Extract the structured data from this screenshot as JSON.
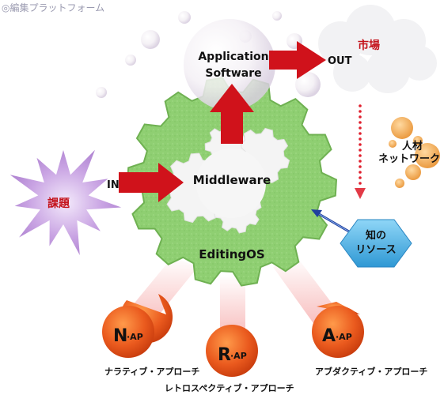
{
  "header": {
    "title": "◎編集プラットフォーム"
  },
  "diagram": {
    "input_label": "課題",
    "in_label": "IN",
    "middleware_label": "Middleware",
    "platform_label": "EditingOS",
    "application_label_line1": "Application",
    "application_label_line2": "Software",
    "out_label": "OUT",
    "market_label": "市場",
    "talent_line1": "人材",
    "talent_line2": "ネットワーク",
    "knowledge_line1": "知の",
    "knowledge_line2": "リソース"
  },
  "approaches": [
    {
      "letter": "N",
      "suffix": "·AP",
      "caption": "ナラティブ・アプローチ"
    },
    {
      "letter": "R",
      "suffix": "·AP",
      "caption": "レトロスペクティブ・アプローチ"
    },
    {
      "letter": "A",
      "suffix": "·AP",
      "caption": "アブダクティブ・アプローチ"
    }
  ],
  "colors": {
    "gear": "#8fcf72",
    "gear_edge": "#6fb152",
    "arrow": "#d0121b",
    "starburst": "#b88bd8",
    "hexagon": "#4fb3e6",
    "approach_circle": "#e84a17",
    "talent_bubbles": "#f0a347"
  }
}
